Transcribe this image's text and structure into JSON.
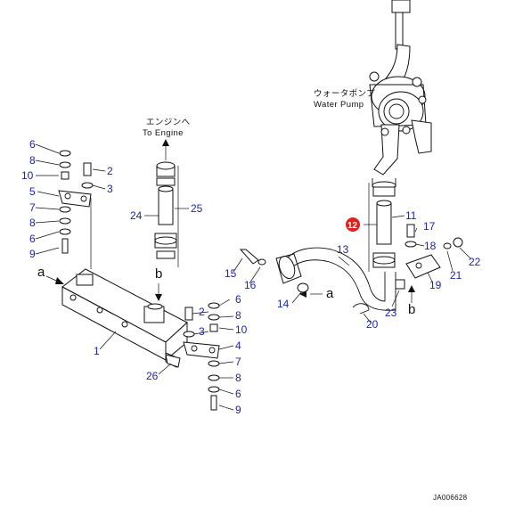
{
  "callouts": {
    "n1": "1",
    "n2a": "2",
    "n2b": "2",
    "n3a": "3",
    "n3b": "3",
    "n4": "4",
    "n5": "5",
    "n6a": "6",
    "n6b": "6",
    "n6c": "6",
    "n6d": "6",
    "n7a": "7",
    "n7b": "7",
    "n8a": "8",
    "n8b": "8",
    "n8c": "8",
    "n8d": "8",
    "n9a": "9",
    "n9b": "9",
    "n10a": "10",
    "n10b": "10",
    "n11": "11",
    "n12": "12",
    "n13": "13",
    "n14": "14",
    "n15": "15",
    "n16": "16",
    "n17": "17",
    "n18": "18",
    "n19": "19",
    "n20": "20",
    "n21": "21",
    "n22": "22",
    "n23": "23",
    "n24": "24",
    "n25": "25",
    "n26": "26"
  },
  "labels": {
    "water_pump_jp": "ウォータポンプ",
    "water_pump_en": "Water Pump",
    "to_engine_jp": "エンジンへ",
    "to_engine_en": "To Engine",
    "ref_a1": "a",
    "ref_a2": "a",
    "ref_b1": "b",
    "ref_b2": "b",
    "drawing_id": "JA006628"
  },
  "colors": {
    "callout": "#1a24b4",
    "badge": "#e0201c",
    "line": "#111111"
  }
}
